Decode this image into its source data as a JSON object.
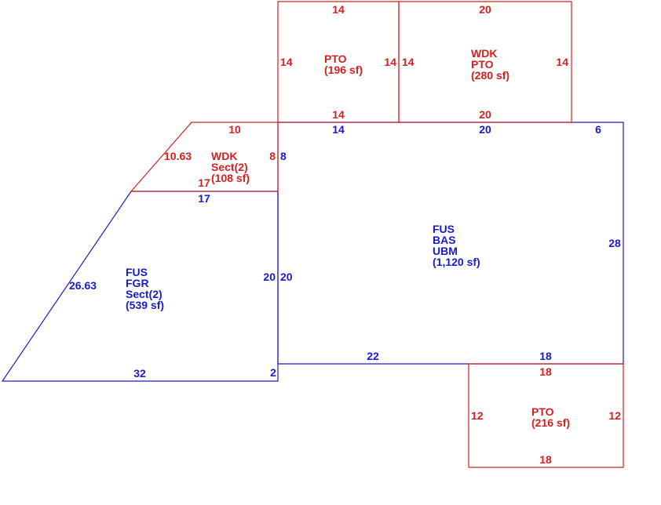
{
  "colors": {
    "blue": "#1a1acc",
    "red": "#d42020"
  },
  "areas": {
    "bas": {
      "lines": [
        "FUS",
        "BAS",
        "UBM",
        "(1,120 sf)"
      ]
    },
    "fgr": {
      "lines": [
        "FUS",
        "FGR",
        "Sect(2)",
        "(539 sf)"
      ]
    },
    "wdk_sect": {
      "lines": [
        "WDK",
        "Sect(2)",
        "(108 sf)"
      ]
    },
    "pto_left": {
      "lines": [
        "PTO",
        "(196 sf)"
      ]
    },
    "wdk_pto": {
      "lines": [
        "WDK",
        "PTO",
        "(280 sf)"
      ]
    },
    "pto_bottom": {
      "lines": [
        "PTO",
        "(216 sf)"
      ]
    }
  },
  "dims": {
    "bas_top_left": "14",
    "bas_top_mid": "20",
    "bas_top_right": "6",
    "bas_left_8": "8",
    "bas_left_20": "20",
    "bas_right": "28",
    "bas_bottom_22": "22",
    "bas_bottom_18": "18",
    "fgr_top": "17",
    "fgr_right": "20",
    "fgr_diag": "26.63",
    "fgr_bottom": "32",
    "fgr_corner": "2",
    "wdk_top": "10",
    "wdk_diag": "10.63",
    "wdk_right": "8",
    "wdk_bottom": "17",
    "pto_left_top": "14",
    "pto_left_left": "14",
    "pto_left_right": "14",
    "pto_left_bottom": "14",
    "wdk_pto_top": "20",
    "wdk_pto_left": "14",
    "wdk_pto_right": "14",
    "wdk_pto_bottom": "20",
    "pto_bottom_top": "18",
    "pto_bottom_left": "12",
    "pto_bottom_right": "12",
    "pto_bottom_bottom": "18"
  }
}
